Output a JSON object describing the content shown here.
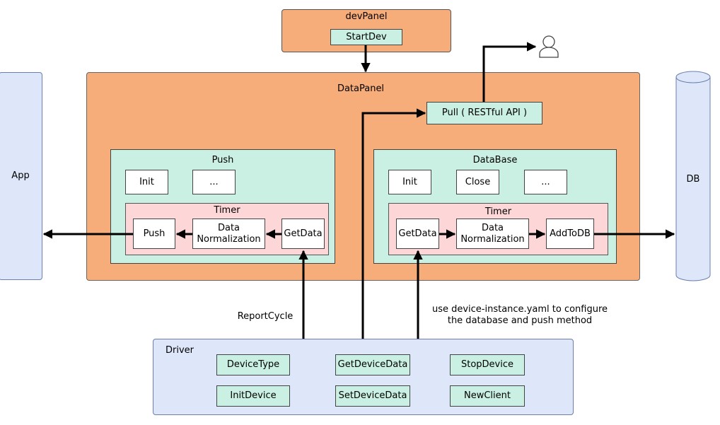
{
  "labels": {
    "devpanel_title": "devPanel",
    "startdev": "StartDev",
    "datapanel_title": "DataPanel",
    "pull": "Pull ( RESTful API )",
    "push_title": "Push",
    "push_init": "Init",
    "push_more": "...",
    "push_timer": "Timer",
    "push_push": "Push",
    "push_normalization": "Data\nNormalization",
    "push_getdata": "GetData",
    "db_title": "DataBase",
    "db_init": "Init",
    "db_close": "Close",
    "db_more": "...",
    "db_timer": "Timer",
    "db_getdata": "GetData",
    "db_normalization": "Data\nNormalization",
    "db_addtodb": "AddToDB",
    "app": "App",
    "db": "DB",
    "report_cycle": "ReportCycle",
    "config_note": "use device-instance.yaml to configure\nthe database and push method",
    "driver_title": "Driver",
    "driver_items": [
      "DeviceType",
      "GetDeviceData",
      "StopDevice",
      "InitDevice",
      "SetDeviceData",
      "NewClient"
    ]
  }
}
